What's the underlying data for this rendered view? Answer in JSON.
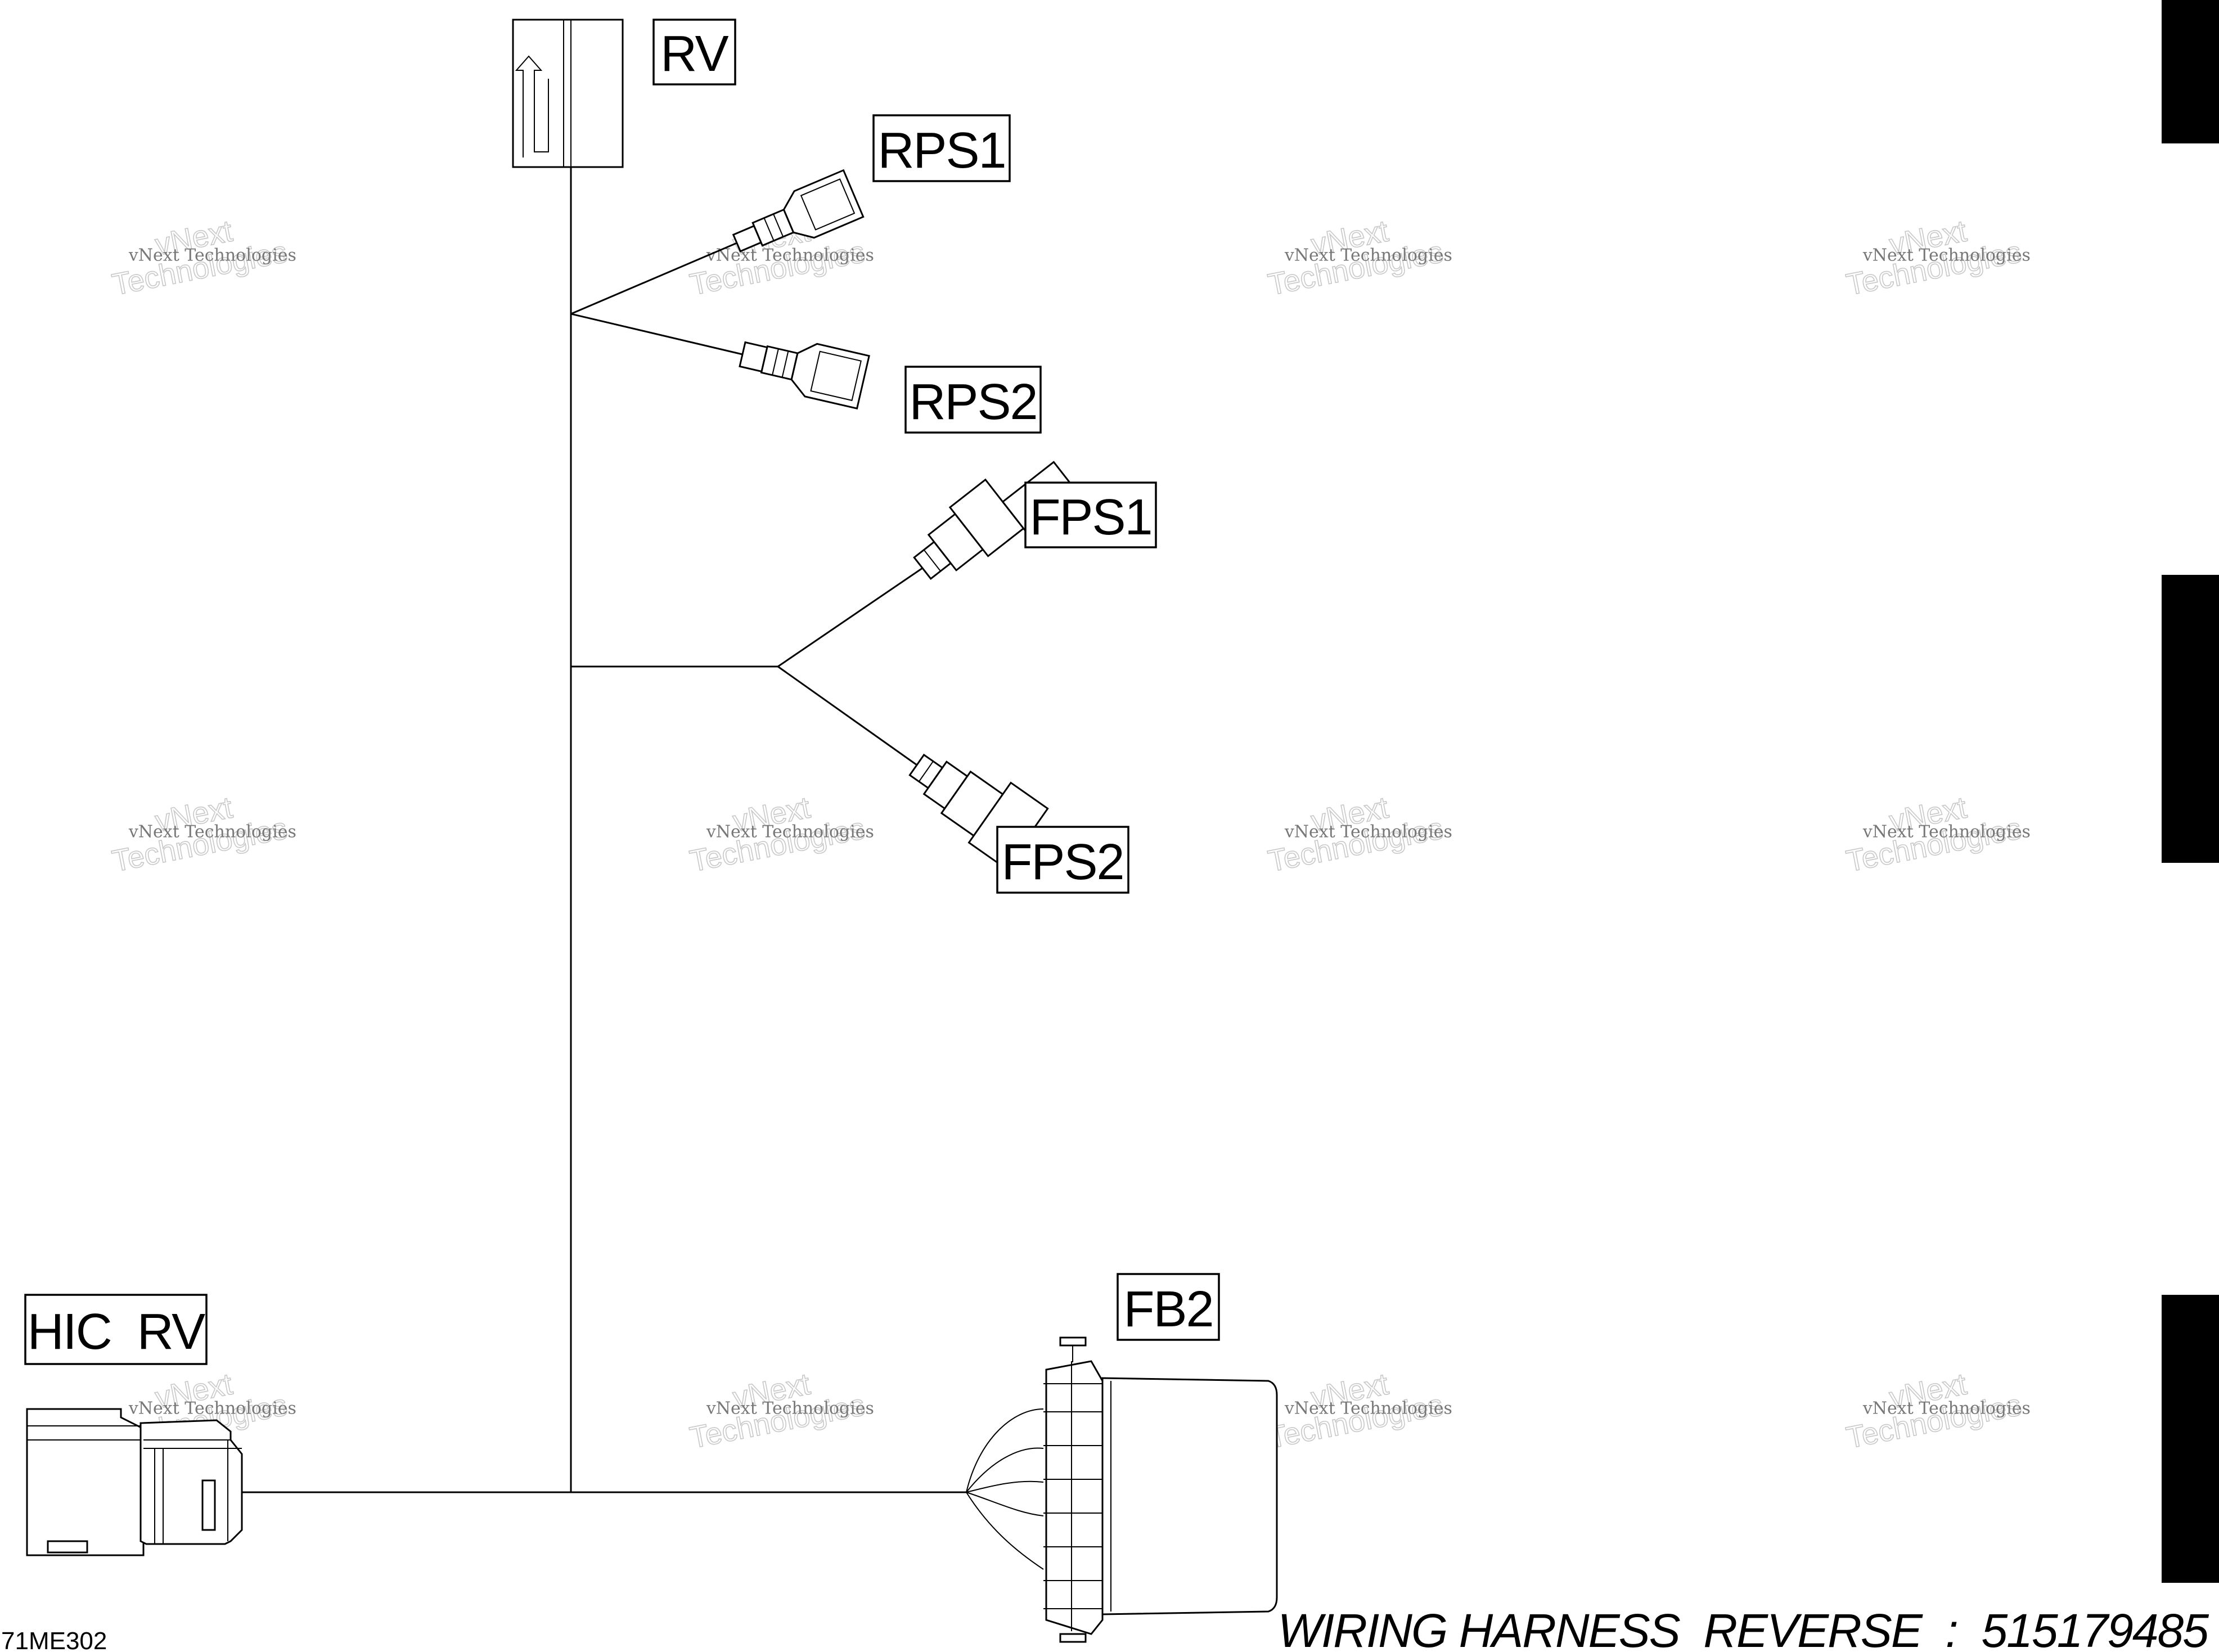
{
  "labels": {
    "rv": "RV",
    "rps1": "RPS1",
    "rps2": "RPS2",
    "fps1": "FPS1",
    "fps2": "FPS2",
    "hic_rv": "HIC  RV",
    "fb2": "FB2"
  },
  "watermark": {
    "line_a": "vNext Technologies",
    "line_b1": "vNext",
    "line_b2": "Technologies"
  },
  "footer": {
    "drawing_code": "71ME302",
    "title": "WIRING HARNESS  REVERSE  :  515179485"
  },
  "colors": {
    "line": "#000000",
    "watermark_text": "#777777",
    "watermark_outline": "#c8c8c8",
    "edge_tabs": "#000000"
  }
}
